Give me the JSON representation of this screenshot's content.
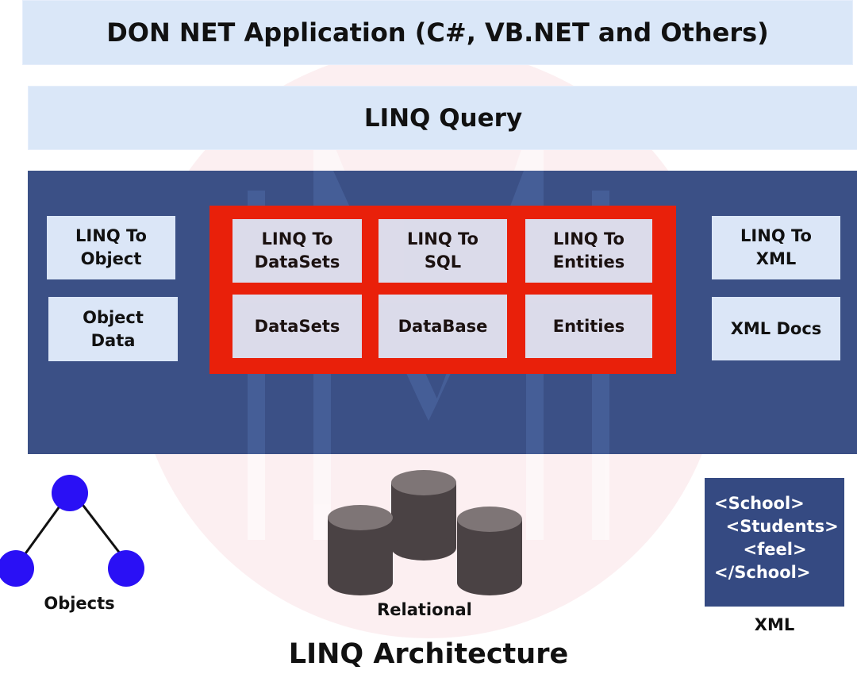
{
  "header": {
    "title": "DON NET Application (C#, VB.NET and Others)"
  },
  "query_layer": {
    "label": "LINQ Query"
  },
  "providers": {
    "left": [
      {
        "label": "LINQ To\nObject"
      },
      {
        "label": "Object\nData"
      }
    ],
    "center_top": [
      {
        "label": "LINQ To\nDataSets"
      },
      {
        "label": "LINQ To\nSQL"
      },
      {
        "label": "LINQ To\nEntities"
      }
    ],
    "center_bottom": [
      {
        "label": "DataSets"
      },
      {
        "label": "DataBase"
      },
      {
        "label": "Entities"
      }
    ],
    "right": [
      {
        "label": "LINQ To\nXML"
      },
      {
        "label": "XML Docs"
      }
    ]
  },
  "sources": {
    "objects": {
      "label": "Objects",
      "icon": "object-graph-icon"
    },
    "relational": {
      "label": "Relational",
      "icon": "database-cylinders-icon"
    },
    "xml": {
      "label": "XML",
      "icon": "xml-document-icon",
      "lines": [
        "<School>",
        "  <Students>",
        "     <feel>",
        "</School>"
      ]
    }
  },
  "footer": {
    "title": "LINQ Architecture"
  },
  "colors": {
    "light_box": "#dae7f8",
    "panel_blue": "#354a82",
    "frame_red": "#e9200a",
    "node_blue": "#2a10f5",
    "cylinder_side": "#4a4244",
    "cylinder_top": "#7e7576"
  }
}
